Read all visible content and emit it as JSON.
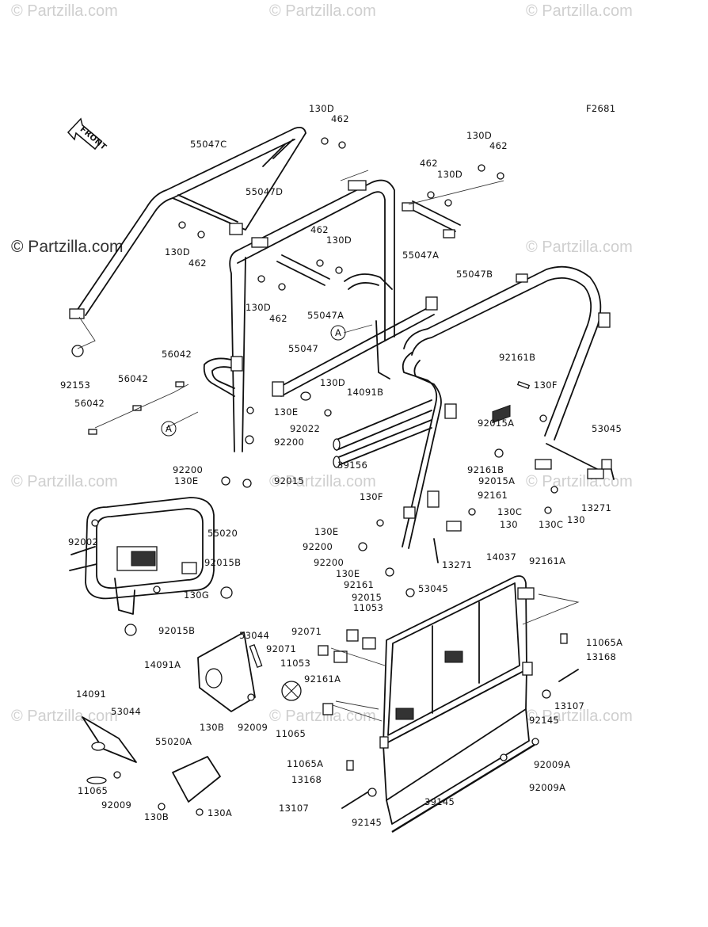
{
  "figure_id": "F2681",
  "front_marker": "FRONT",
  "callout_letter": "A",
  "watermark": "© Partzilla.com",
  "watermark_main": "© Partzilla.com",
  "colors": {
    "line": "#111111",
    "watermark": "#cfcfcf",
    "background": "#ffffff"
  },
  "labels": [
    {
      "id": "130D-a",
      "text": "130D"
    },
    {
      "id": "462-a",
      "text": "462"
    },
    {
      "id": "55047C",
      "text": "55047C"
    },
    {
      "id": "130D-b",
      "text": "130D"
    },
    {
      "id": "462-b",
      "text": "462"
    },
    {
      "id": "462-c",
      "text": "462"
    },
    {
      "id": "130D-c",
      "text": "130D"
    },
    {
      "id": "55047D",
      "text": "55047D"
    },
    {
      "id": "130D-d",
      "text": "130D"
    },
    {
      "id": "462-d",
      "text": "462"
    },
    {
      "id": "462-e",
      "text": "462"
    },
    {
      "id": "130D-e",
      "text": "130D"
    },
    {
      "id": "55047A-a",
      "text": "55047A"
    },
    {
      "id": "130D-f",
      "text": "130D"
    },
    {
      "id": "462-f",
      "text": "462"
    },
    {
      "id": "55047A-b",
      "text": "55047A"
    },
    {
      "id": "55047B",
      "text": "55047B"
    },
    {
      "id": "55047",
      "text": "55047"
    },
    {
      "id": "130D-g",
      "text": "130D"
    },
    {
      "id": "14091B",
      "text": "14091B"
    },
    {
      "id": "92022",
      "text": "92022"
    },
    {
      "id": "92153",
      "text": "92153"
    },
    {
      "id": "56042-a",
      "text": "56042"
    },
    {
      "id": "56042-b",
      "text": "56042"
    },
    {
      "id": "56042-c",
      "text": "56042"
    },
    {
      "id": "130E-a",
      "text": "130E"
    },
    {
      "id": "92200-a",
      "text": "92200"
    },
    {
      "id": "92200-b",
      "text": "92200"
    },
    {
      "id": "130E-b",
      "text": "130E"
    },
    {
      "id": "92015-a",
      "text": "92015"
    },
    {
      "id": "39156",
      "text": "39156"
    },
    {
      "id": "92161B-a",
      "text": "92161B"
    },
    {
      "id": "130F-a",
      "text": "130F"
    },
    {
      "id": "92015A-a",
      "text": "92015A"
    },
    {
      "id": "53045-a",
      "text": "53045"
    },
    {
      "id": "92161B-b",
      "text": "92161B"
    },
    {
      "id": "92015A-b",
      "text": "92015A"
    },
    {
      "id": "92161-a",
      "text": "92161"
    },
    {
      "id": "13271-a",
      "text": "13271"
    },
    {
      "id": "130C-a",
      "text": "130C"
    },
    {
      "id": "130-a",
      "text": "130"
    },
    {
      "id": "130F-b",
      "text": "130F"
    },
    {
      "id": "130C-b",
      "text": "130C"
    },
    {
      "id": "130-b",
      "text": "130"
    },
    {
      "id": "92002",
      "text": "92002"
    },
    {
      "id": "55020",
      "text": "55020"
    },
    {
      "id": "130E-c",
      "text": "130E"
    },
    {
      "id": "92200-c",
      "text": "92200"
    },
    {
      "id": "92015B-a",
      "text": "92015B"
    },
    {
      "id": "13271-b",
      "text": "13271"
    },
    {
      "id": "92200-d",
      "text": "92200"
    },
    {
      "id": "130G",
      "text": "130G"
    },
    {
      "id": "130E-d",
      "text": "130E"
    },
    {
      "id": "14037",
      "text": "14037"
    },
    {
      "id": "92161A-a",
      "text": "92161A"
    },
    {
      "id": "92161-b",
      "text": "92161"
    },
    {
      "id": "53045-b",
      "text": "53045"
    },
    {
      "id": "92015-b",
      "text": "92015"
    },
    {
      "id": "11053-a",
      "text": "11053"
    },
    {
      "id": "92015B-b",
      "text": "92015B"
    },
    {
      "id": "53044-a",
      "text": "53044"
    },
    {
      "id": "92071-a",
      "text": "92071"
    },
    {
      "id": "11065A-a",
      "text": "11065A"
    },
    {
      "id": "14091A",
      "text": "14091A"
    },
    {
      "id": "92071-b",
      "text": "92071"
    },
    {
      "id": "13168-a",
      "text": "13168"
    },
    {
      "id": "11053-b",
      "text": "11053"
    },
    {
      "id": "92161A-b",
      "text": "92161A"
    },
    {
      "id": "14091",
      "text": "14091"
    },
    {
      "id": "13107-a",
      "text": "13107"
    },
    {
      "id": "53044-b",
      "text": "53044"
    },
    {
      "id": "92009-a",
      "text": "92009"
    },
    {
      "id": "11065-a",
      "text": "11065"
    },
    {
      "id": "92145-a",
      "text": "92145"
    },
    {
      "id": "130B-a",
      "text": "130B"
    },
    {
      "id": "55020A",
      "text": "55020A"
    },
    {
      "id": "11065A-b",
      "text": "11065A"
    },
    {
      "id": "92009A-a",
      "text": "92009A"
    },
    {
      "id": "13168-b",
      "text": "13168"
    },
    {
      "id": "11065-b",
      "text": "11065"
    },
    {
      "id": "92009A-b",
      "text": "92009A"
    },
    {
      "id": "92009-b",
      "text": "92009"
    },
    {
      "id": "13107-b",
      "text": "13107"
    },
    {
      "id": "39145",
      "text": "39145"
    },
    {
      "id": "130B-b",
      "text": "130B"
    },
    {
      "id": "130A",
      "text": "130A"
    },
    {
      "id": "92145-b",
      "text": "92145"
    }
  ]
}
